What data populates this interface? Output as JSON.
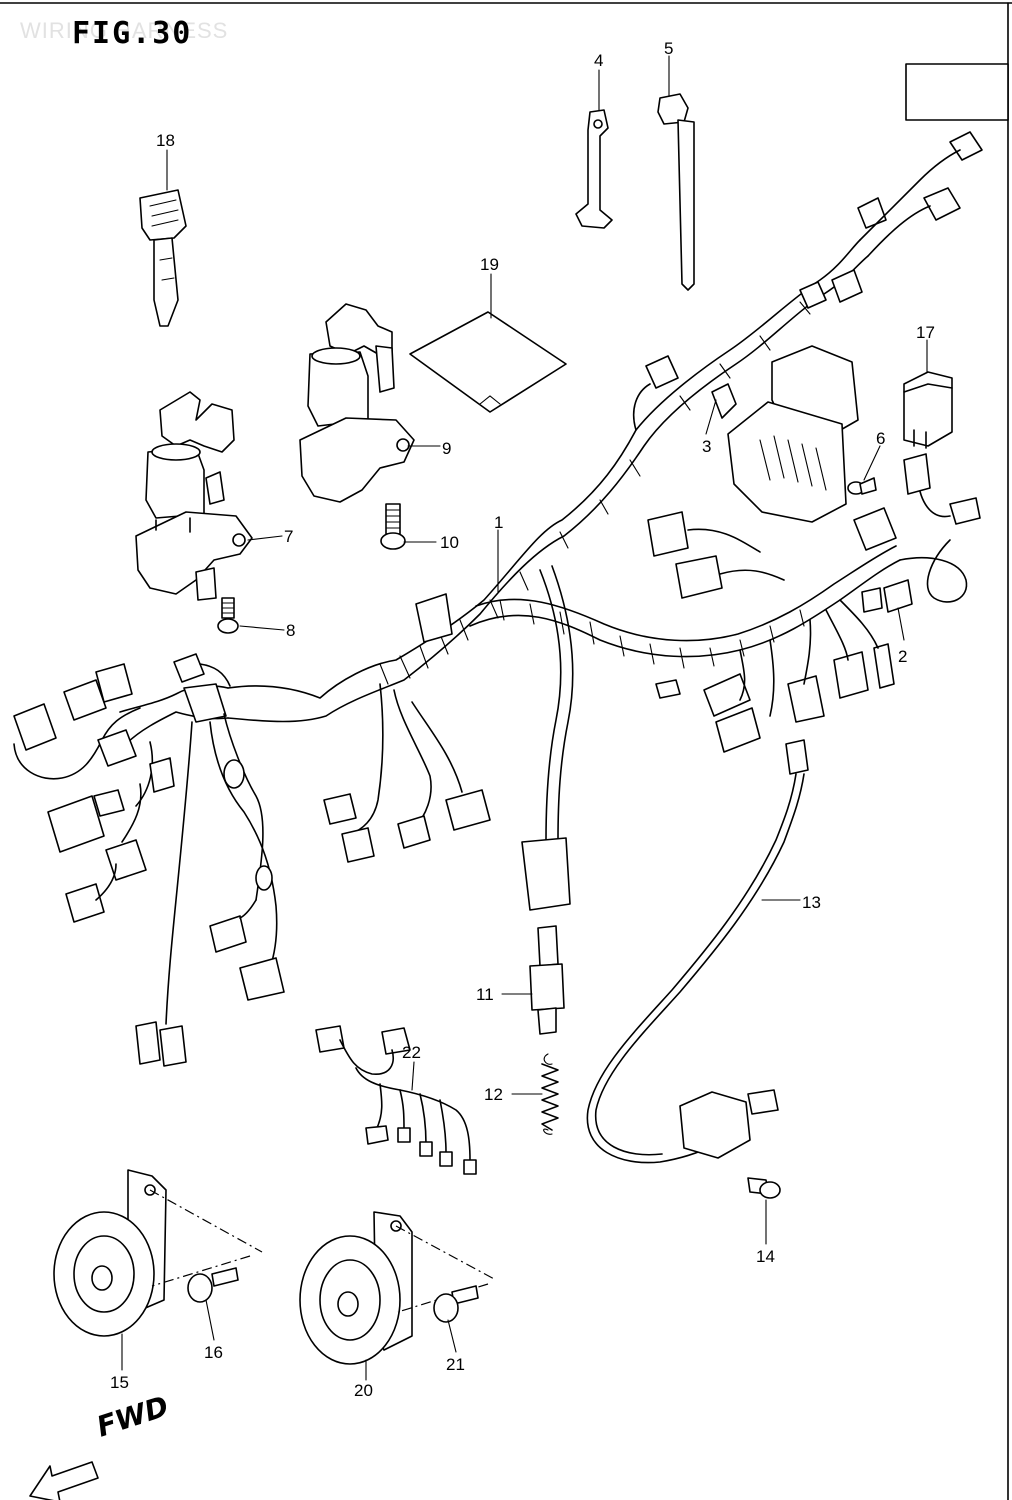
{
  "figure": {
    "title": "FIG.30",
    "watermark": "WIRING HARNESS",
    "direction_label": "FWD"
  },
  "parts": [
    {
      "no": "1"
    },
    {
      "no": "2"
    },
    {
      "no": "3"
    },
    {
      "no": "4"
    },
    {
      "no": "5"
    },
    {
      "no": "6"
    },
    {
      "no": "7"
    },
    {
      "no": "8"
    },
    {
      "no": "9"
    },
    {
      "no": "10"
    },
    {
      "no": "11"
    },
    {
      "no": "12"
    },
    {
      "no": "13"
    },
    {
      "no": "14"
    },
    {
      "no": "15"
    },
    {
      "no": "16"
    },
    {
      "no": "17"
    },
    {
      "no": "18"
    },
    {
      "no": "19"
    },
    {
      "no": "20"
    },
    {
      "no": "21"
    },
    {
      "no": "22"
    }
  ]
}
